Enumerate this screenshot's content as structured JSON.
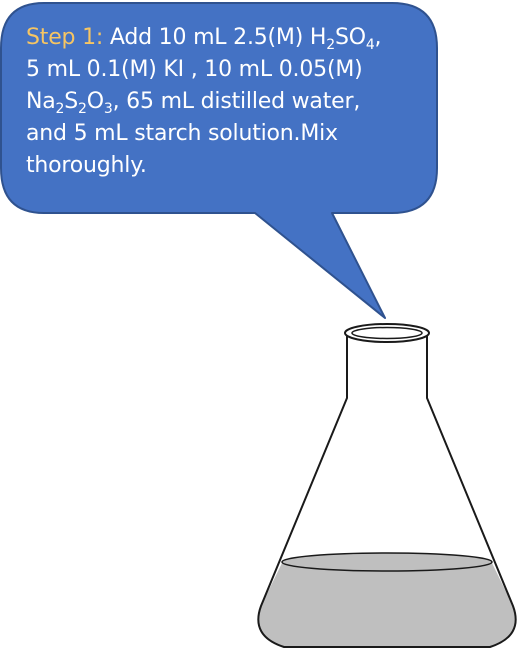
{
  "callout": {
    "step_label": "Step 1:",
    "lines": [
      [
        {
          "t": "Add 10 mL 2.5(M) H"
        },
        {
          "sub": "2"
        },
        {
          "t": "SO"
        },
        {
          "sub": "4"
        },
        {
          "t": ","
        }
      ],
      [
        {
          "t": "5 mL 0.1(M) KI , 10 mL 0.05(M)"
        }
      ],
      [
        {
          "t": "Na"
        },
        {
          "sub": "2"
        },
        {
          "t": "S"
        },
        {
          "sub": "2"
        },
        {
          "t": "O"
        },
        {
          "sub": "3"
        },
        {
          "t": ", 65 mL distilled water,"
        }
      ],
      [
        {
          "t": "and 5 mL starch solution.Mix"
        }
      ],
      [
        {
          "t": "thoroughly."
        }
      ]
    ]
  },
  "colors": {
    "bubble_fill": "#4472c4",
    "bubble_stroke": "#2f528f",
    "step_label": "#f6c563",
    "liquid": "#bfbfbf",
    "flask_outline": "#1a1a1a"
  },
  "flask": {
    "liquid_level_fraction": 0.33
  }
}
